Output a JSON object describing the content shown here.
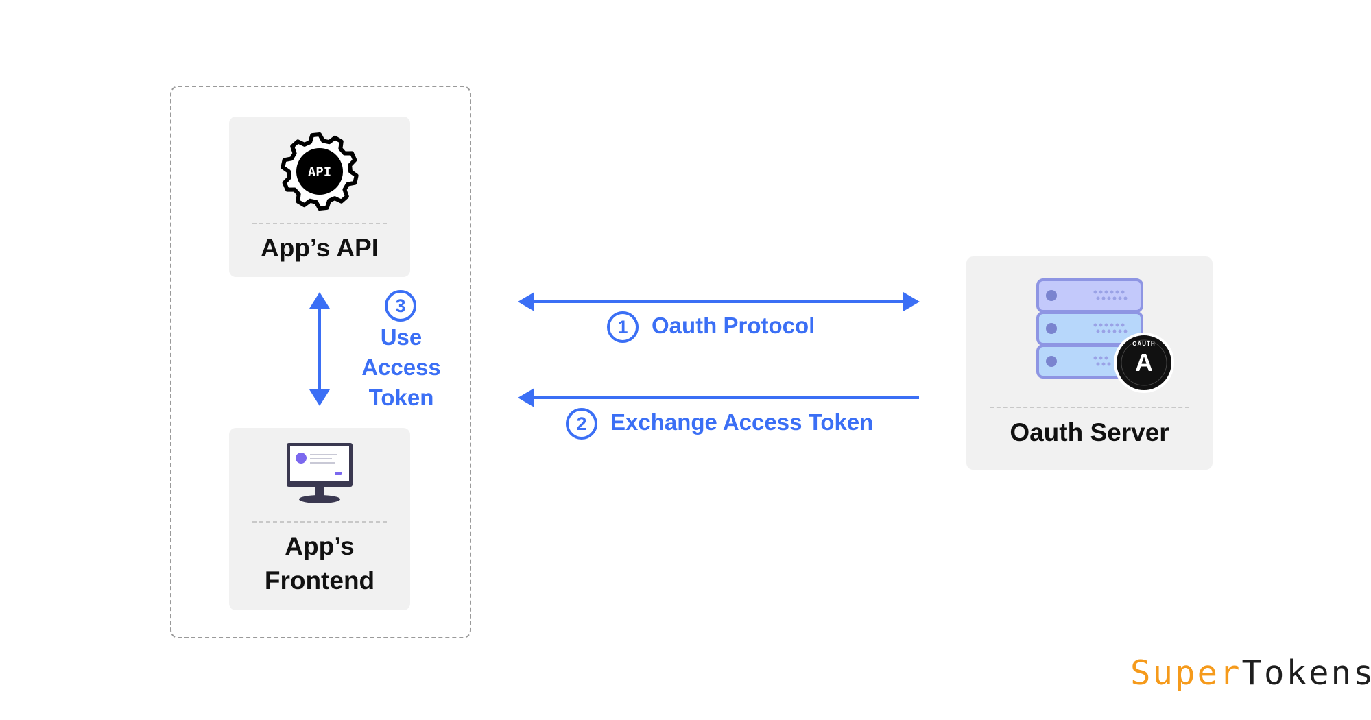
{
  "nodes": {
    "api": {
      "label": "App’s API",
      "icon": "api-gear-icon",
      "icon_text": "API"
    },
    "frontend": {
      "label_line1": "App’s",
      "label_line2": "Frontend",
      "icon": "monitor-icon"
    },
    "server": {
      "label": "Oauth Server",
      "icon": "server-stack-icon",
      "badge_icon": "oauth-badge-icon",
      "badge_letter": "A",
      "badge_text": "OAUTH"
    }
  },
  "flows": [
    {
      "number": "1",
      "label": "Oauth Protocol",
      "direction": "bidirectional"
    },
    {
      "number": "2",
      "label": "Exchange Access Token",
      "direction": "to-left"
    },
    {
      "number": "3",
      "label_lines": [
        "Use",
        "Access",
        "Token"
      ],
      "direction": "bidirectional-vertical"
    }
  ],
  "brand": {
    "part1": "Super",
    "part2": "Tokens"
  },
  "colors": {
    "accent": "#3b6ff5",
    "card": "#f1f1f1",
    "brand_orange": "#f59a1b",
    "text": "#111111"
  }
}
